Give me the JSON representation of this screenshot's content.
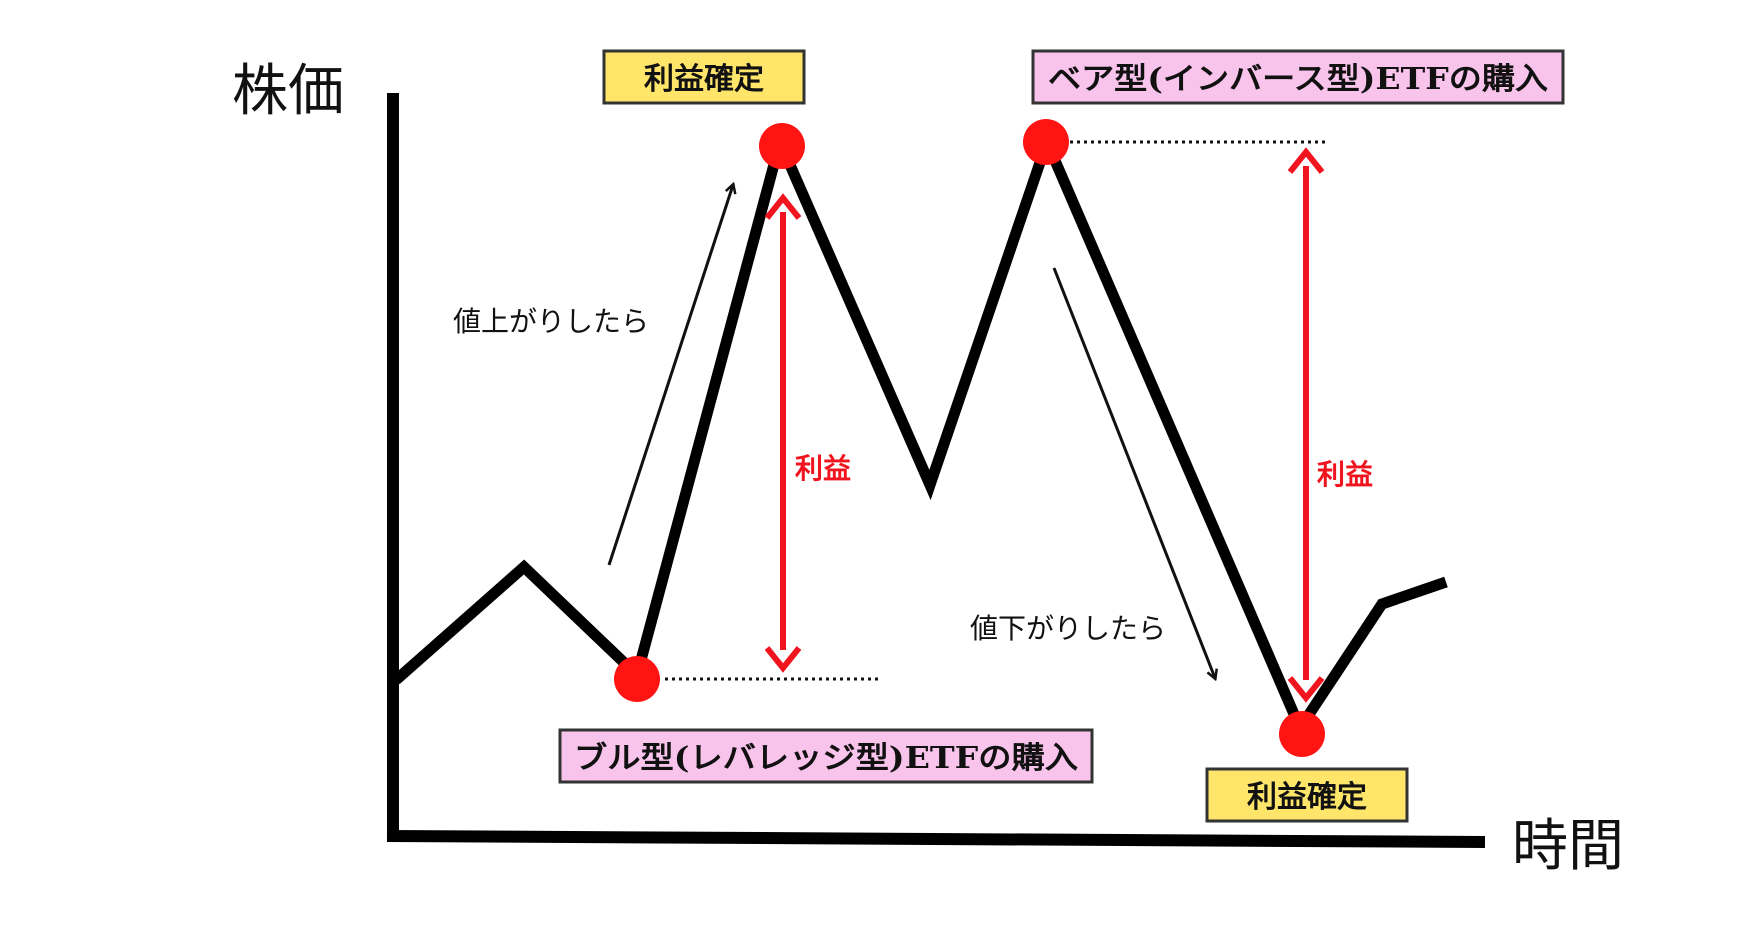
{
  "axes": {
    "y_label": "株価",
    "x_label": "時間"
  },
  "labels": {
    "bull_buy": "ブル型(レバレッジ型)ETFの購入",
    "take_profit_top": "利益確定",
    "bear_buy": "ベア型(インバース型)ETFの購入",
    "take_profit_bottom": "利益確定"
  },
  "notes": {
    "rise": "値上がりしたら",
    "fall": "値下がりしたら"
  },
  "profit": {
    "left": "利益",
    "right": "利益"
  },
  "colors": {
    "line": "#000000",
    "marker": "#ff1414",
    "profit": "#f0141e",
    "yellow_box": "#ffe66b",
    "pink_box": "#f9c4ec"
  }
}
